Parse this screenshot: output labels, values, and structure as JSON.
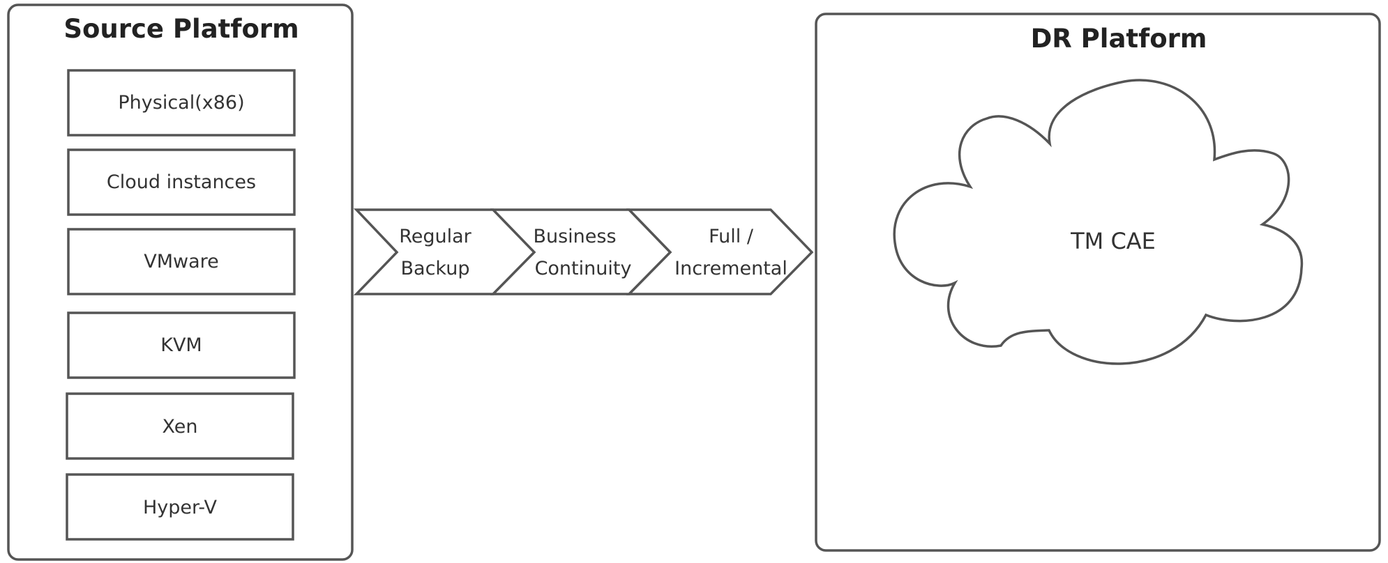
{
  "source_platform": {
    "title": "Source Platform",
    "items": [
      {
        "label": "Physical(x86)"
      },
      {
        "label": "Cloud instances"
      },
      {
        "label": "VMware"
      },
      {
        "label": "KVM"
      },
      {
        "label": "Xen"
      },
      {
        "label": "Hyper-V"
      }
    ]
  },
  "pipeline": {
    "steps": [
      {
        "line1": "Regular",
        "line2": "Backup"
      },
      {
        "line1": "Business",
        "line2": "Continuity"
      },
      {
        "line1": "Full /",
        "line2": "Incremental"
      }
    ]
  },
  "dr_platform": {
    "title": "DR Platform",
    "cloud_label": "TM CAE"
  },
  "colors": {
    "stroke": "#555555",
    "text": "#333333",
    "background": "#ffffff"
  }
}
